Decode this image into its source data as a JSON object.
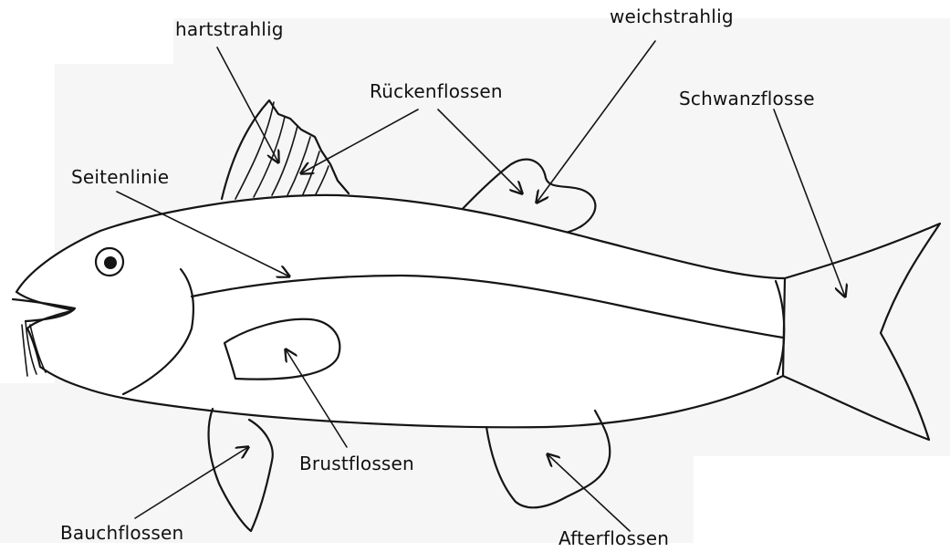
{
  "diagram": {
    "labels": {
      "hartstrahlig": "hartstrahlig",
      "weichstrahlig": "weichstrahlig",
      "rueckenflossen": "Rückenflossen",
      "schwanzflosse": "Schwanzflosse",
      "seitenlinie": "Seitenlinie",
      "brustflossen": "Brustflossen",
      "bauchflossen": "Bauchflossen",
      "afterflossen": "Afterflossen"
    }
  }
}
